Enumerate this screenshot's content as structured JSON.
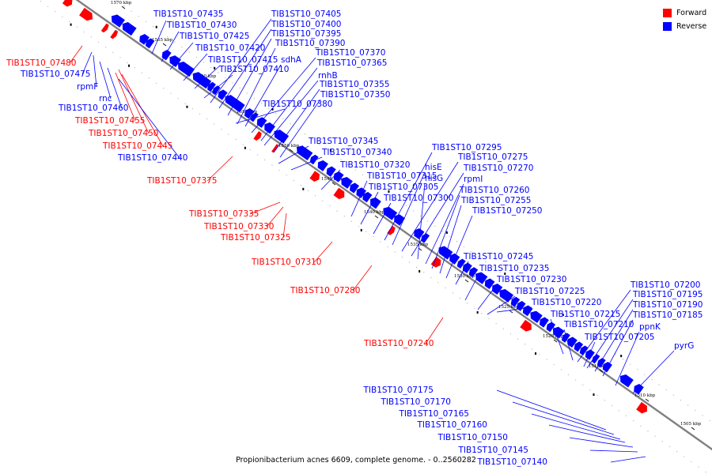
{
  "caption": "Propionibacterium acnes 6609, complete genome. - 0..2560282",
  "colors": {
    "forward": "#ff0000",
    "reverse": "#0000ff",
    "axis": "#808080",
    "ticks": "#000000"
  },
  "legend": [
    {
      "label": "Forward",
      "color": "#ff0000"
    },
    {
      "label": "Reverse",
      "color": "#0000ff"
    }
  ],
  "scale_ticks": [
    "1570 kbp",
    "1565 kbp",
    "1560 kbp",
    "1555 kbp",
    "1550 kbp",
    "1545 kbp",
    "1540 kbp",
    "1535 kbp",
    "1530 kbp",
    "1525 kbp",
    "1520 kbp",
    "1515 kbp",
    "1510 kbp",
    "1505 kbp"
  ],
  "labels": [
    {
      "text": "TIB1ST10_07435",
      "strand": "reverse"
    },
    {
      "text": "TIB1ST10_07430",
      "strand": "reverse"
    },
    {
      "text": "TIB1ST10_07425",
      "strand": "reverse"
    },
    {
      "text": "TIB1ST10_07420",
      "strand": "reverse"
    },
    {
      "text": "TIB1ST10_07415",
      "strand": "reverse"
    },
    {
      "text": "TIB1ST10_07410",
      "strand": "reverse"
    },
    {
      "text": "TIB1ST10_07405",
      "strand": "reverse"
    },
    {
      "text": "TIB1ST10_07400",
      "strand": "reverse"
    },
    {
      "text": "TIB1ST10_07395",
      "strand": "reverse"
    },
    {
      "text": "TIB1ST10_07390",
      "strand": "reverse"
    },
    {
      "text": "sdhA",
      "strand": "reverse"
    },
    {
      "text": "TIB1ST10_07370",
      "strand": "reverse"
    },
    {
      "text": "TIB1ST10_07365",
      "strand": "reverse"
    },
    {
      "text": "rnhB",
      "strand": "reverse"
    },
    {
      "text": "TIB1ST10_07355",
      "strand": "reverse"
    },
    {
      "text": "TIB1ST10_07350",
      "strand": "reverse"
    },
    {
      "text": "TIB1ST10_07380",
      "strand": "reverse"
    },
    {
      "text": "TIB1ST10_07345",
      "strand": "reverse"
    },
    {
      "text": "TIB1ST10_07340",
      "strand": "reverse"
    },
    {
      "text": "TIB1ST10_07320",
      "strand": "reverse"
    },
    {
      "text": "TIB1ST10_07315",
      "strand": "reverse"
    },
    {
      "text": "TIB1ST10_07305",
      "strand": "reverse"
    },
    {
      "text": "TIB1ST10_07300",
      "strand": "reverse"
    },
    {
      "text": "TIB1ST10_07295",
      "strand": "reverse"
    },
    {
      "text": "hisE",
      "strand": "reverse"
    },
    {
      "text": "TIB1ST10_07275",
      "strand": "reverse"
    },
    {
      "text": "TIB1ST10_07270",
      "strand": "reverse"
    },
    {
      "text": "hisG",
      "strand": "reverse"
    },
    {
      "text": "rpmI",
      "strand": "reverse"
    },
    {
      "text": "TIB1ST10_07260",
      "strand": "reverse"
    },
    {
      "text": "TIB1ST10_07255",
      "strand": "reverse"
    },
    {
      "text": "TIB1ST10_07250",
      "strand": "reverse"
    },
    {
      "text": "TIB1ST10_07245",
      "strand": "reverse"
    },
    {
      "text": "TIB1ST10_07235",
      "strand": "reverse"
    },
    {
      "text": "TIB1ST10_07230",
      "strand": "reverse"
    },
    {
      "text": "TIB1ST10_07225",
      "strand": "reverse"
    },
    {
      "text": "TIB1ST10_07220",
      "strand": "reverse"
    },
    {
      "text": "TIB1ST10_07215",
      "strand": "reverse"
    },
    {
      "text": "TIB1ST10_07210",
      "strand": "reverse"
    },
    {
      "text": "TIB1ST10_07205",
      "strand": "reverse"
    },
    {
      "text": "TIB1ST10_07200",
      "strand": "reverse"
    },
    {
      "text": "TIB1ST10_07195",
      "strand": "reverse"
    },
    {
      "text": "TIB1ST10_07190",
      "strand": "reverse"
    },
    {
      "text": "TIB1ST10_07185",
      "strand": "reverse"
    },
    {
      "text": "ppnK",
      "strand": "reverse"
    },
    {
      "text": "pyrG",
      "strand": "reverse"
    },
    {
      "text": "TIB1ST10_07175",
      "strand": "reverse"
    },
    {
      "text": "TIB1ST10_07170",
      "strand": "reverse"
    },
    {
      "text": "TIB1ST10_07165",
      "strand": "reverse"
    },
    {
      "text": "TIB1ST10_07160",
      "strand": "reverse"
    },
    {
      "text": "TIB1ST10_07150",
      "strand": "reverse"
    },
    {
      "text": "TIB1ST10_07145",
      "strand": "reverse"
    },
    {
      "text": "TIB1ST10_07140",
      "strand": "reverse"
    },
    {
      "text": "TIB1ST10_07480",
      "strand": "forward"
    },
    {
      "text": "TIB1ST10_07475",
      "strand": "reverse"
    },
    {
      "text": "rpmF",
      "strand": "reverse"
    },
    {
      "text": "rnc",
      "strand": "reverse"
    },
    {
      "text": "TIB1ST10_07460",
      "strand": "reverse"
    },
    {
      "text": "TIB1ST10_07455",
      "strand": "forward"
    },
    {
      "text": "TIB1ST10_07450",
      "strand": "forward"
    },
    {
      "text": "TIB1ST10_07445",
      "strand": "forward"
    },
    {
      "text": "TIB1ST10_07440",
      "strand": "reverse"
    },
    {
      "text": "TIB1ST10_07375",
      "strand": "forward"
    },
    {
      "text": "TIB1ST10_07335",
      "strand": "forward"
    },
    {
      "text": "TIB1ST10_07330",
      "strand": "forward"
    },
    {
      "text": "TIB1ST10_07325",
      "strand": "forward"
    },
    {
      "text": "TIB1ST10_07310",
      "strand": "forward"
    },
    {
      "text": "TIB1ST10_07280",
      "strand": "forward"
    },
    {
      "text": "TIB1ST10_07240",
      "strand": "forward"
    }
  ]
}
